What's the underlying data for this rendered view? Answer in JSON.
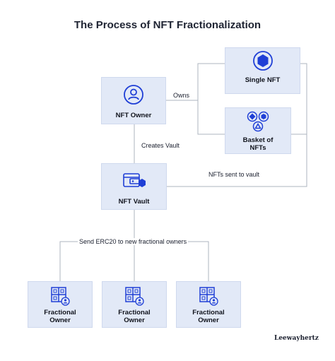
{
  "title": "The Process of NFT Fractionalization",
  "colors": {
    "box_fill": "#e2e9f7",
    "accent": "#1f3fd6",
    "line": "#aeb4bf"
  },
  "nodes": {
    "nft_owner": {
      "label": "NFT Owner",
      "icon": "user-circle-icon"
    },
    "single_nft": {
      "label": "Single NFT",
      "icon": "hexagon-token-icon"
    },
    "basket_nfts": {
      "label_line1": "Basket of",
      "label_line2": "NFTs",
      "icon": "shapes-basket-icon"
    },
    "nft_vault": {
      "label": "NFT Vault",
      "icon": "vault-wallet-icon"
    },
    "fractional_owners": [
      {
        "label_line1": "Fractional",
        "label_line2": "Owner",
        "icon": "fractional-grid-user-icon"
      },
      {
        "label_line1": "Fractional",
        "label_line2": "Owner",
        "icon": "fractional-grid-user-icon"
      },
      {
        "label_line1": "Fractional",
        "label_line2": "Owner",
        "icon": "fractional-grid-user-icon"
      }
    ]
  },
  "edges": {
    "owns": "Owns",
    "creates_vault": "Creates Vault",
    "nfts_sent": "NFTs sent to vault",
    "send_erc20": "Send ERC20 to new fractional owners"
  },
  "brand": "Leewayhertz"
}
